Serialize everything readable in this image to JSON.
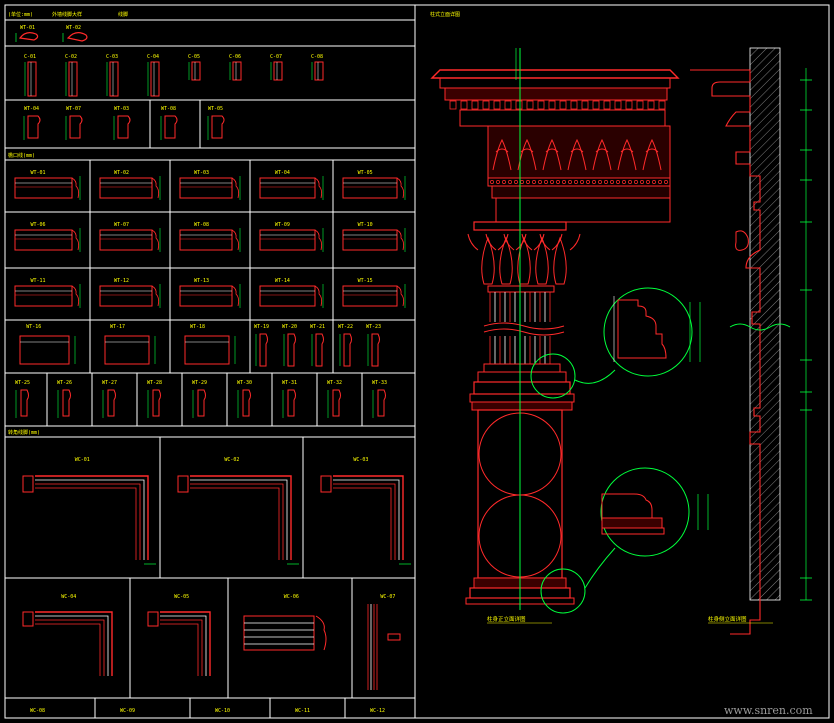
{
  "colors": {
    "background": "#000000",
    "frame": "#ffffff",
    "profile": "#ff2a2a",
    "dimension": "#00ff3c",
    "label": "#ffff00",
    "watermark": "#9a9a9a"
  },
  "headers": {
    "left_top_a": "(单位:mm)",
    "left_top_b": "外墙线脚大样",
    "left_top_c": "线脚",
    "section2": "檐口线(mm)",
    "section3": "转角线脚(mm)",
    "right": "柱式立面详图"
  },
  "row1_labels": [
    "WT-01",
    "WT-02"
  ],
  "row2_labels": [
    "C-01",
    "C-02",
    "C-03",
    "C-04",
    "C-05",
    "C-06",
    "C-07",
    "C-08"
  ],
  "row3_labels": [
    "WT-04",
    "WT-07",
    "WT-03",
    "WT-08",
    "WT-05"
  ],
  "grid_r1": [
    "WT-01",
    "WT-02",
    "WT-03",
    "WT-04",
    "WT-05"
  ],
  "grid_r2": [
    "WT-06",
    "WT-07",
    "WT-08",
    "WT-09",
    "WT-10"
  ],
  "grid_r3": [
    "WT-11",
    "WT-12",
    "WT-13",
    "WT-14",
    "WT-15"
  ],
  "grid_r4": [
    "WT-16",
    "WT-17",
    "WT-18",
    "WT-19",
    "WT-20",
    "WT-21",
    "WT-22",
    "WT-23"
  ],
  "grid_r5": [
    "WT-25",
    "WT-26",
    "WT-27",
    "WT-28",
    "WT-29",
    "WT-30",
    "WT-31",
    "WT-32",
    "WT-33"
  ],
  "corner_r1": [
    "WC-01",
    "WC-02",
    "WC-03"
  ],
  "corner_r2": [
    "WC-04",
    "WC-05",
    "WC-06",
    "WC-07"
  ],
  "bottom_labels": [
    "WC-08",
    "WC-09",
    "WC-10",
    "WC-11",
    "WC-12"
  ],
  "captions": {
    "front": "柱身正立面详图",
    "side": "柱身侧立面详图"
  },
  "watermark": "www.snren.com"
}
